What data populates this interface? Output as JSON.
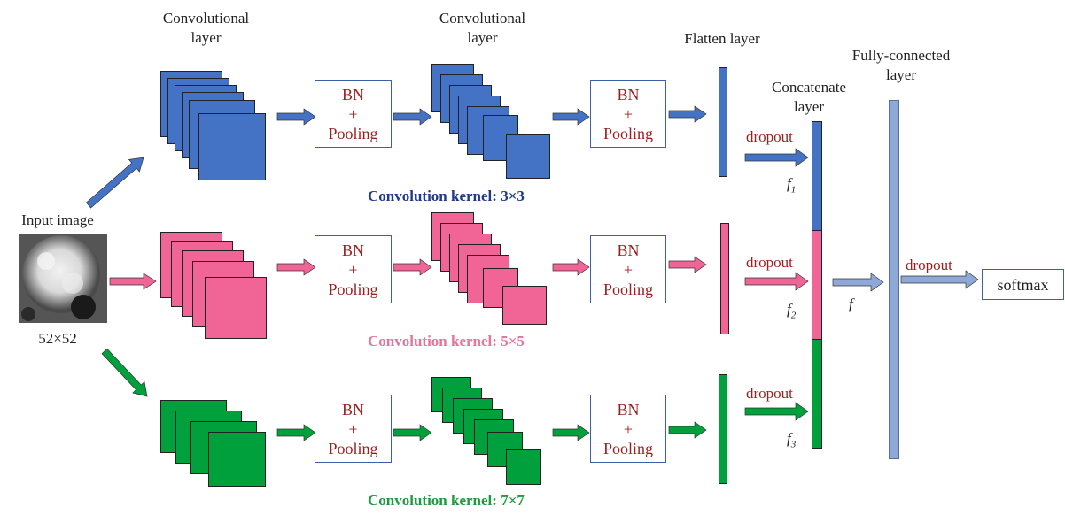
{
  "headers": {
    "conv1": "Convolutional\nlayer",
    "conv2": "Convolutional\nlayer",
    "flatten": "Flatten layer",
    "concat": "Concatenate\nlayer",
    "fc": "Fully-connected\nlayer",
    "input": "Input image",
    "input_size": "52×52"
  },
  "bn_pool": {
    "bn": "BN",
    "plus": "+",
    "pool": "Pooling"
  },
  "branches": [
    {
      "kernel_label": "Convolution kernel:",
      "kernel_size": "3×3",
      "color": "#4472c4",
      "text_color": "#1f3a8a",
      "dropout": "dropout",
      "f": "f",
      "f_sub": "1"
    },
    {
      "kernel_label": "Convolution kernel:",
      "kernel_size": "5×5",
      "color": "#f06496",
      "text_color": "#e8739b",
      "dropout": "dropout",
      "f": "f",
      "f_sub": "2"
    },
    {
      "kernel_label": "Convolution kernel:",
      "kernel_size": "7×7",
      "color": "#00a03c",
      "text_color": "#1f9a3f",
      "dropout": "dropout",
      "f": "f",
      "f_sub": "3"
    }
  ],
  "concat_output": {
    "label": "f"
  },
  "final": {
    "dropout": "dropout",
    "softmax": "softmax"
  },
  "colors": {
    "fc_bar": "#8ea9d8",
    "arrow_light": "#8ea9d8",
    "dark_red": "#9b1f1f"
  }
}
